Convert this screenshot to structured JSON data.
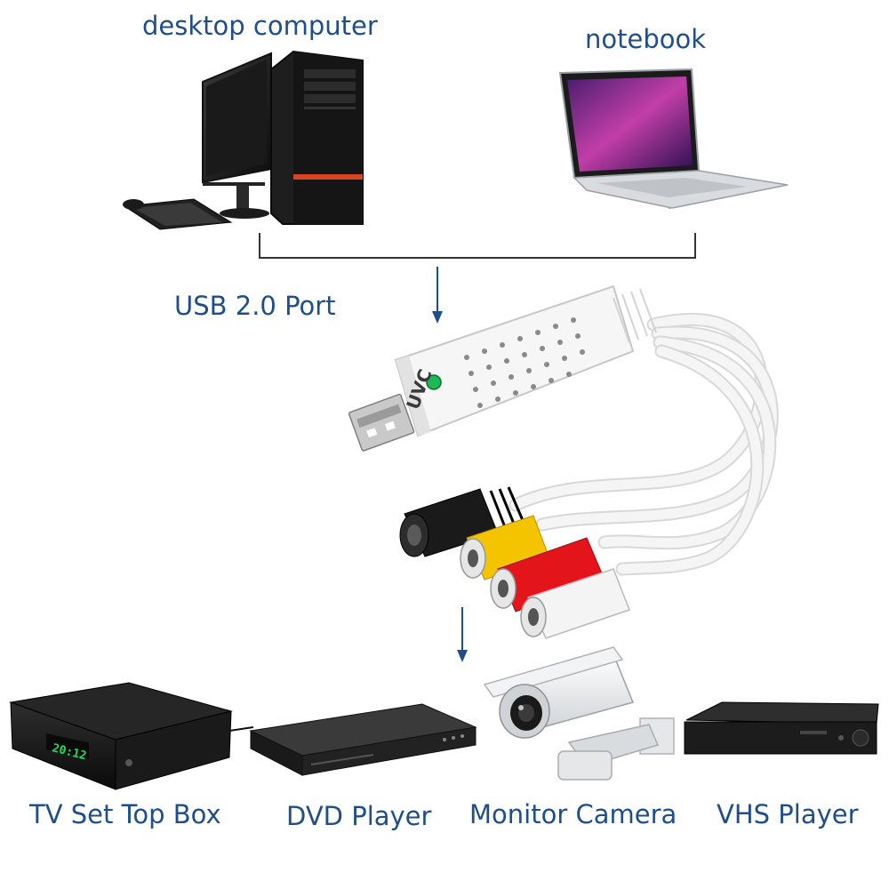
{
  "colors": {
    "label": "#1f4e8c",
    "connector": "#333333",
    "arrow": "#1f4e8c",
    "cable": "#f2f2f2",
    "svideo": "#1a1a1a",
    "rca_yellow": "#f5c400",
    "rca_red": "#e4141b",
    "rca_white": "#f4f4f4",
    "led": "#1db954"
  },
  "labels": {
    "desktop": "desktop computer",
    "notebook": "notebook",
    "usb_port": "USB 2.0 Port",
    "tv_box": "TV Set Top Box",
    "dvd": "DVD Player",
    "camera": "Monitor Camera",
    "vhs": "VHS Player"
  },
  "device": {
    "brand": "UVC",
    "tv_box_display": "20:12"
  }
}
